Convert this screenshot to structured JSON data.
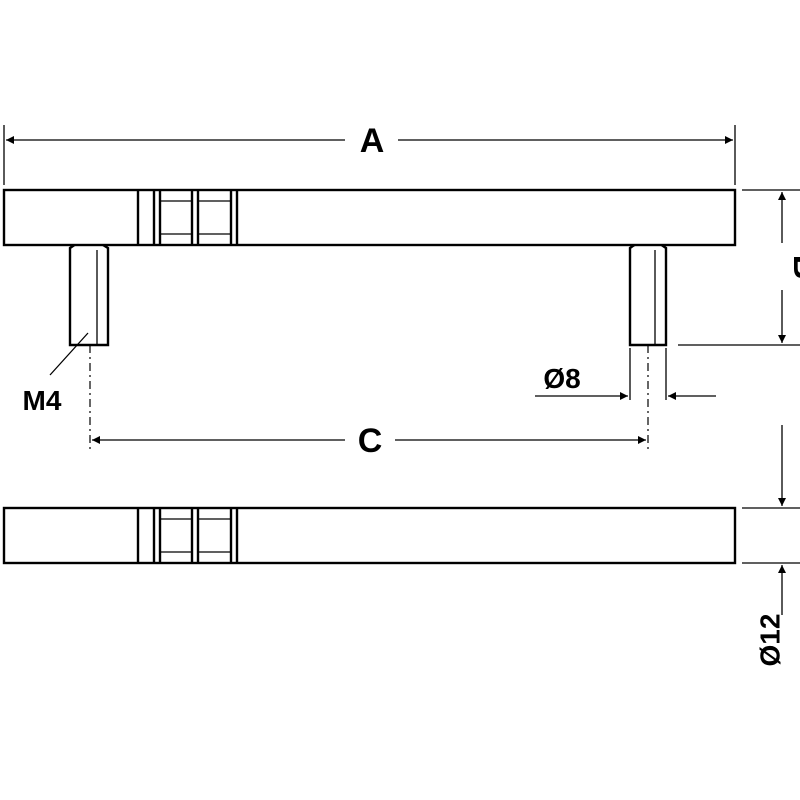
{
  "dimensions": {
    "a": "A",
    "b": "B",
    "c": "C",
    "thread": "M4",
    "leg_diameter": "Ø8",
    "bar_diameter": "Ø12"
  },
  "colors": {
    "line": "#000000",
    "fill": "#ffffff"
  }
}
